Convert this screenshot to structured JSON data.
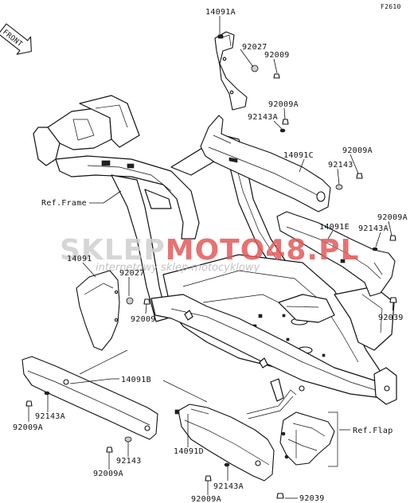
{
  "diagram": {
    "figure_code": "F2610",
    "front_badge": "FRONT",
    "watermark": {
      "main_prefix": "SKLEP",
      "main_suffix": "MOTO48.PL",
      "subtitle": "internetowy sklep motocyklowy",
      "colors": {
        "prefix": "#cfcfcf",
        "suffix": "#e35a5a"
      }
    },
    "callouts": [
      {
        "id": "c1",
        "text": "14091A"
      },
      {
        "id": "c2",
        "text": "92027"
      },
      {
        "id": "c3",
        "text": "92009"
      },
      {
        "id": "c4",
        "text": "92009A"
      },
      {
        "id": "c5",
        "text": "92143A"
      },
      {
        "id": "c6",
        "text": "14091C"
      },
      {
        "id": "c7",
        "text": "92009A"
      },
      {
        "id": "c8",
        "text": "92143"
      },
      {
        "id": "c9",
        "text": "14091E"
      },
      {
        "id": "c10",
        "text": "92009A"
      },
      {
        "id": "c11",
        "text": "92143A"
      },
      {
        "id": "c12",
        "text": "Ref.Frame"
      },
      {
        "id": "c13",
        "text": "14091"
      },
      {
        "id": "c14",
        "text": "92027"
      },
      {
        "id": "c15",
        "text": "92009"
      },
      {
        "id": "c16",
        "text": "92039"
      },
      {
        "id": "c17",
        "text": "14091B"
      },
      {
        "id": "c18",
        "text": "92143A"
      },
      {
        "id": "c19",
        "text": "92009A"
      },
      {
        "id": "c20",
        "text": "92143"
      },
      {
        "id": "c21",
        "text": "92009A"
      },
      {
        "id": "c22",
        "text": "14091D"
      },
      {
        "id": "c23",
        "text": "Ref.Flap"
      },
      {
        "id": "c24",
        "text": "92143A"
      },
      {
        "id": "c25",
        "text": "92009A"
      },
      {
        "id": "c26",
        "text": "92039"
      }
    ]
  }
}
